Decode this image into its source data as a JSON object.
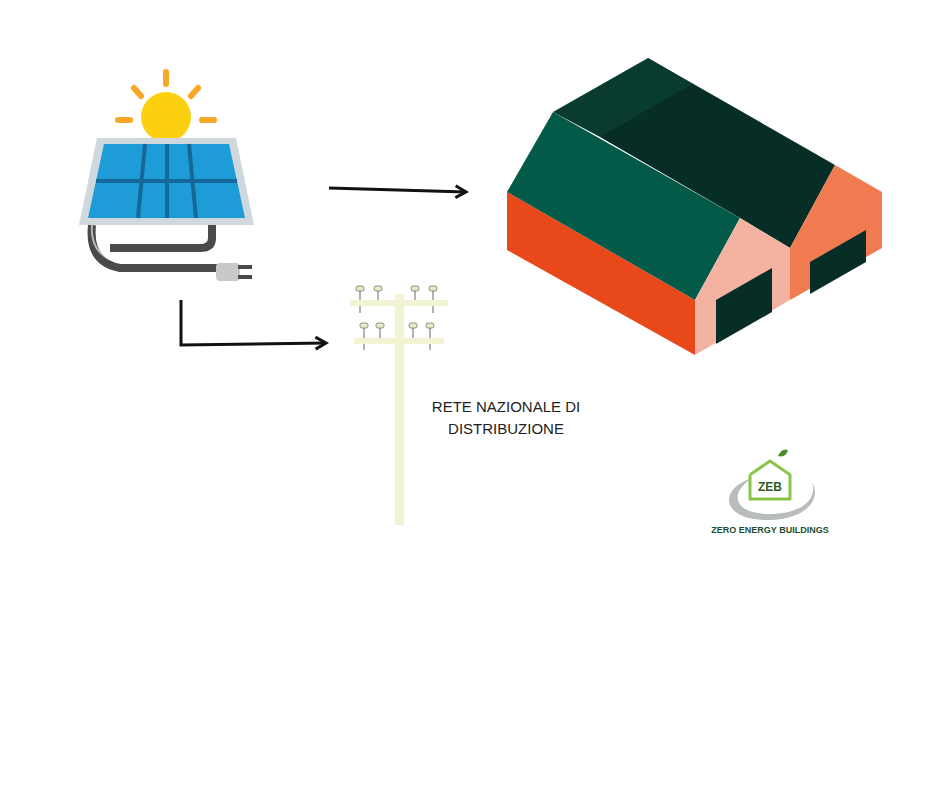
{
  "diagram": {
    "nodes": [
      {
        "text": [
          "ZEB"
        ]
      }
    ],
    "labels": [
      "RETE NAZIONALE DI DISTRIBUZIONE",
      "ZERO ENERGY BUILDINGS"
    ]
  }
}
